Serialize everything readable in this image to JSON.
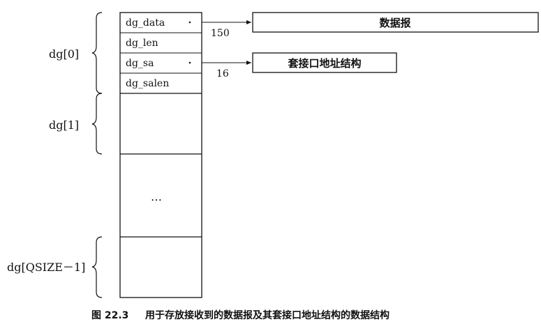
{
  "fields": {
    "dg_data": "dg_data",
    "dg_len": "dg_len",
    "dg_sa": "dg_sa",
    "dg_salen": "dg_salen"
  },
  "ellipsis": "…",
  "labels": {
    "dg0": "dg[0]",
    "dg1": "dg[1]",
    "dg_last": "dg[QSIZE－1]"
  },
  "arrows": {
    "data_size": "150",
    "sa_size": "16"
  },
  "targets": {
    "datagram": "数据报",
    "sockaddr": "套接口地址结构"
  },
  "caption": {
    "number": "图 22.3",
    "text": "用于存放接收到的数据报及其套接口地址结构的数据结构"
  }
}
